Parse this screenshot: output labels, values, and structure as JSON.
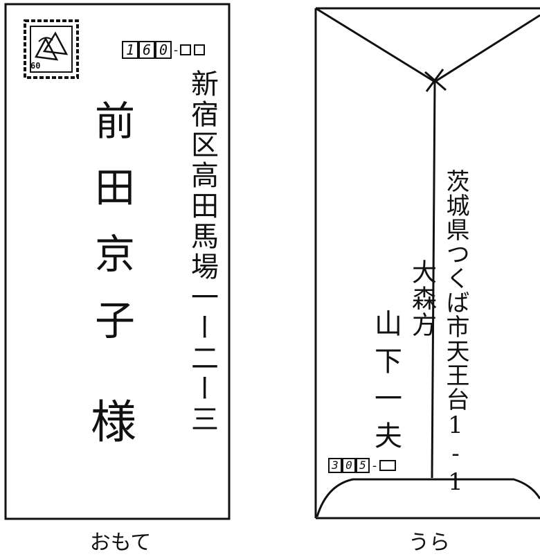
{
  "front": {
    "caption": "おもて",
    "stamp_value": "60",
    "postal_digits": [
      "1",
      "6",
      "0"
    ],
    "postal_separator": "-",
    "address_line": "新宿区高田馬場一ー二ー三",
    "recipient_name": "前田京子",
    "honorific": "様"
  },
  "back": {
    "caption": "うら",
    "address_line": "茨城県つくば市天王台1-1",
    "care_of": "大森方",
    "sender_name": "山下一夫",
    "postal_digits": [
      "3",
      "0",
      "5"
    ],
    "postal_separator": "-"
  }
}
